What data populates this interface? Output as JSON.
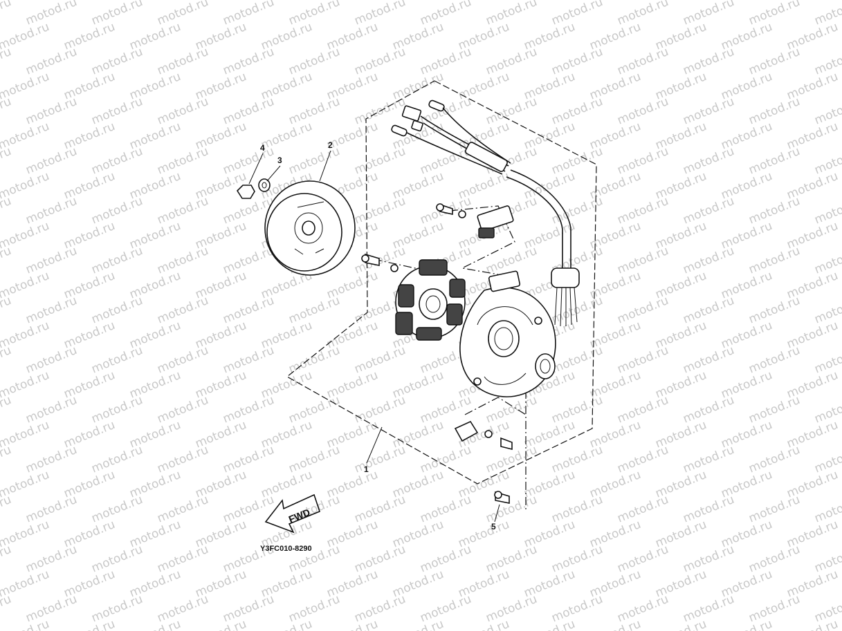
{
  "watermark": {
    "text": "motod.ru",
    "color": "#c8c8c8"
  },
  "callouts": [
    "1",
    "2",
    "3",
    "4",
    "5"
  ],
  "fwd_label": "FWD",
  "diagram_code": "Y3FC010-8290"
}
